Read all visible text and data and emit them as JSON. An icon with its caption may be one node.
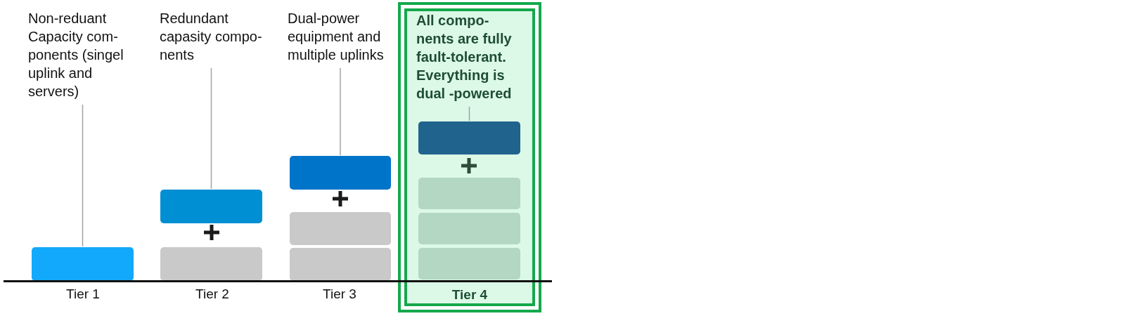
{
  "diagram": {
    "nodes": [
      {
        "text": [
          "Non-reduant Capacity com- ponents (singel uplink and servers)"
        ]
      },
      {
        "text": [],
        "shape": "bar"
      },
      {
        "text": [
          "Redundant capasity compo- nents"
        ]
      },
      {
        "text": [],
        "shape": "bar"
      },
      {
        "text": [],
        "shape": "bar"
      },
      {
        "text": [
          "Dual-power equipment and multiple uplinks"
        ]
      },
      {
        "text": [],
        "shape": "bar"
      },
      {
        "text": [],
        "shape": "bar"
      },
      {
        "text": [],
        "shape": "bar"
      },
      {
        "text": [
          "All compo- nents are fully fault-tolerant. Everything is dual -powered",
          "Tier 4"
        ]
      },
      {
        "text": [],
        "shape": "bar",
        "in": 9
      },
      {
        "text": [],
        "shape": "bar",
        "in": 9
      },
      {
        "text": [],
        "shape": "bar",
        "in": 9
      },
      {
        "text": [],
        "shape": "bar",
        "in": 9
      }
    ],
    "edges": [
      {
        "from": 0,
        "to": 1,
        "arrow": "none"
      },
      {
        "from": 2,
        "to": 3,
        "arrow": "none"
      },
      {
        "from": 5,
        "to": 6,
        "arrow": "none"
      },
      {
        "from": 9,
        "to": 10,
        "arrow": "none"
      }
    ],
    "labels": [
      "Tier 1",
      "Tier 2",
      "Tier 3"
    ]
  }
}
